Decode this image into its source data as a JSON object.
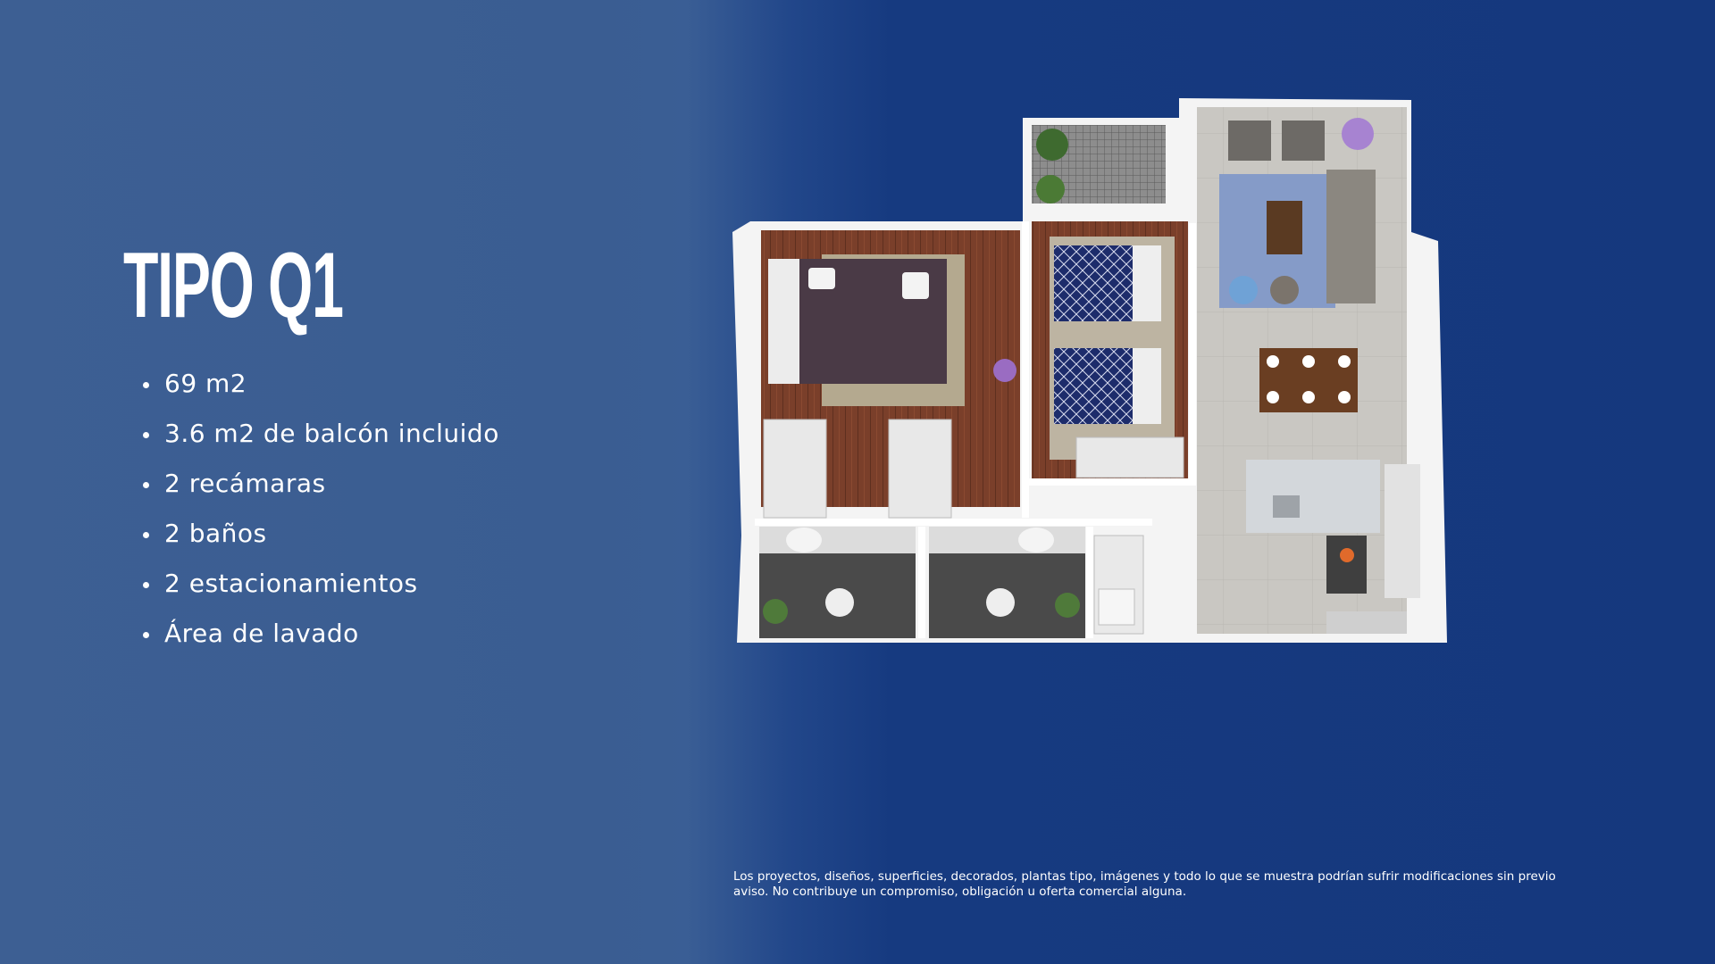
{
  "title": "TIPO Q1",
  "features": [
    "69 m2",
    "3.6 m2 de balcón incluido",
    "2 recámaras",
    "2 baños",
    "2 estacionamientos",
    "Área de lavado"
  ],
  "disclaimer": "Los proyectos, diseños, superficies, decorados, plantas tipo, imágenes y todo lo que se muestra podrían sufrir modificaciones sin previo aviso. No contribuye un compromiso, obligación u oferta comercial alguna.",
  "colors": {
    "background_left": "#3d5f93",
    "background_right": "#15387d",
    "text": "#ffffff"
  }
}
